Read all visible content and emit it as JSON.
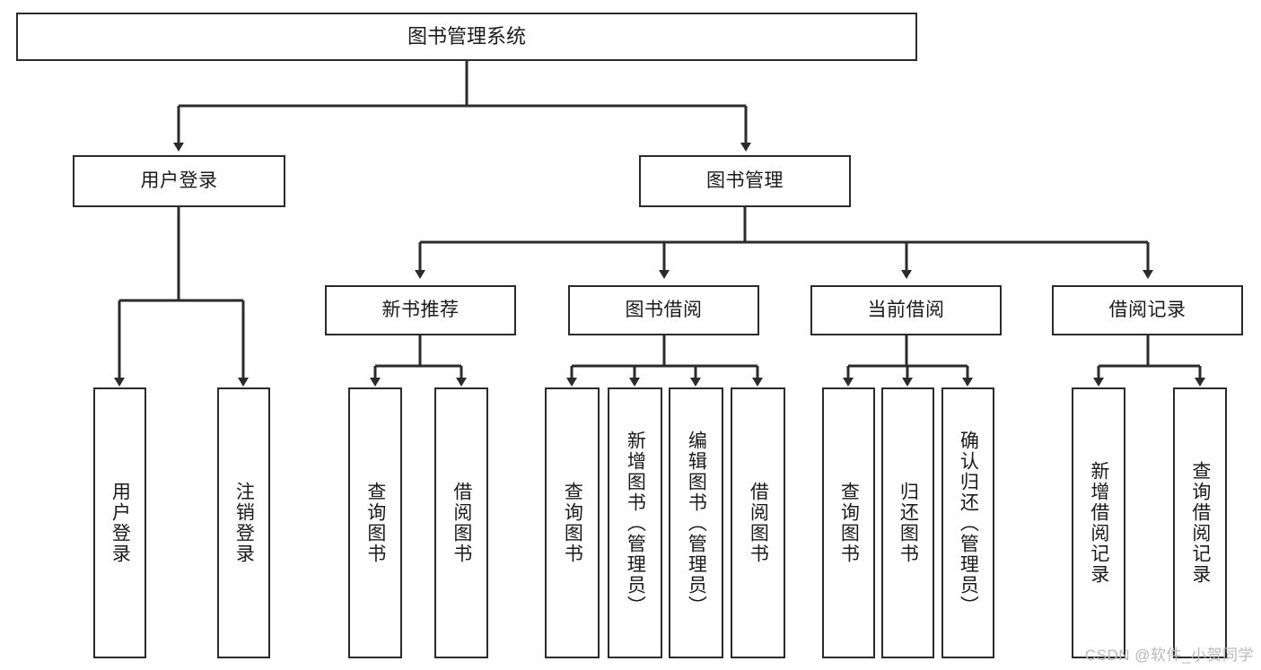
{
  "diagram": {
    "title": "图书管理系统",
    "type": "tree-hierarchy",
    "watermark": "CSDN @软件_小贺同学",
    "colors": {
      "border": "#2b2b2b",
      "background": "#ffffff",
      "text": "#1a1a1a",
      "watermark": "#b9b9b9"
    },
    "root": {
      "label": "图书管理系统"
    },
    "level2": [
      {
        "label": "用户登录"
      },
      {
        "label": "图书管理"
      }
    ],
    "level3": [
      {
        "label": "新书推荐"
      },
      {
        "label": "图书借阅"
      },
      {
        "label": "当前借阅"
      },
      {
        "label": "借阅记录"
      }
    ],
    "leaves": {
      "user_login": [
        {
          "label": "用户登录"
        },
        {
          "label": "注销登录"
        }
      ],
      "new_book_recommend": [
        {
          "label": "查询图书"
        },
        {
          "label": "借阅图书"
        }
      ],
      "book_borrow": [
        {
          "label": "查询图书"
        },
        {
          "label": "新增图书（管理员）"
        },
        {
          "label": "编辑图书（管理员）"
        },
        {
          "label": "借阅图书"
        }
      ],
      "current_borrow": [
        {
          "label": "查询图书"
        },
        {
          "label": "归还图书"
        },
        {
          "label": "确认归还（管理员）"
        }
      ],
      "borrow_record": [
        {
          "label": "新增借阅记录"
        },
        {
          "label": "查询借阅记录"
        }
      ]
    }
  }
}
